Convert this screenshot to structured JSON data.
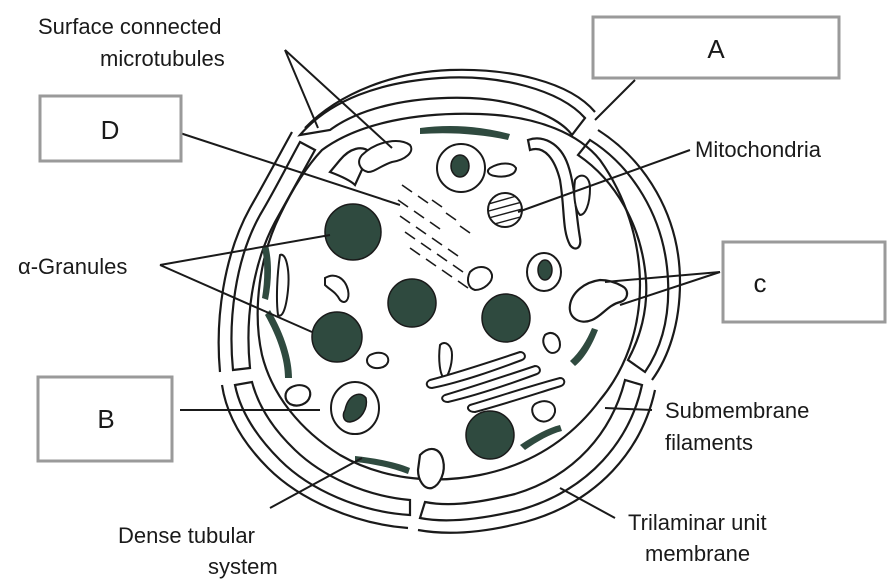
{
  "labels": {
    "surface_connected": [
      "Surface connected",
      "microtubules"
    ],
    "mitochondria": "Mitochondria",
    "alpha_granules": "α-Granules",
    "submembrane": [
      "Submembrane",
      "filaments"
    ],
    "trilaminar": [
      "Trilaminar unit",
      "membrane"
    ],
    "dense_tubular": [
      "Dense tubular",
      "system"
    ]
  },
  "answer_boxes": {
    "a": "A",
    "b": "B",
    "c": "c",
    "d": "D"
  },
  "colors": {
    "granule": "#2f4a3f",
    "box_border": "#9a9a9a",
    "line": "#1a1a1a"
  }
}
